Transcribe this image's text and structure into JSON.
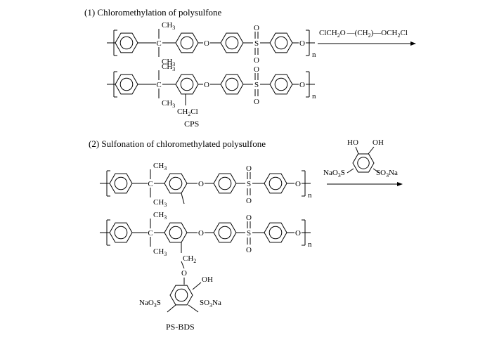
{
  "section1": {
    "title": "(1) Chloromethylation of polysulfone",
    "reagent_line": {
      "p1": "ClCH",
      "s1": "2",
      "p2": "O",
      "p3": "CH",
      "s2": "2",
      "p4": "OCH",
      "s3": "2",
      "p5": "Cl"
    },
    "product_label": "CPS"
  },
  "section2": {
    "title": "(2) Sulfonation of chloromethylated polysulfone",
    "product_label": "PS-BDS"
  },
  "atoms": {
    "CH3": "CH",
    "three": "3",
    "C": "C",
    "O": "O",
    "S": "S",
    "n": "n",
    "CH2Cl_a": "CH",
    "CH2Cl_b": "2",
    "CH2Cl_c": "Cl",
    "CH2_a": "CH",
    "CH2_b": "2",
    "HO": "HO",
    "OH": "OH",
    "NaO3S_a": "NaO",
    "NaO3S_b": "3",
    "NaO3S_c": "S",
    "SO3Na_a": "SO",
    "SO3Na_b": "3",
    "SO3Na_c": "Na"
  }
}
